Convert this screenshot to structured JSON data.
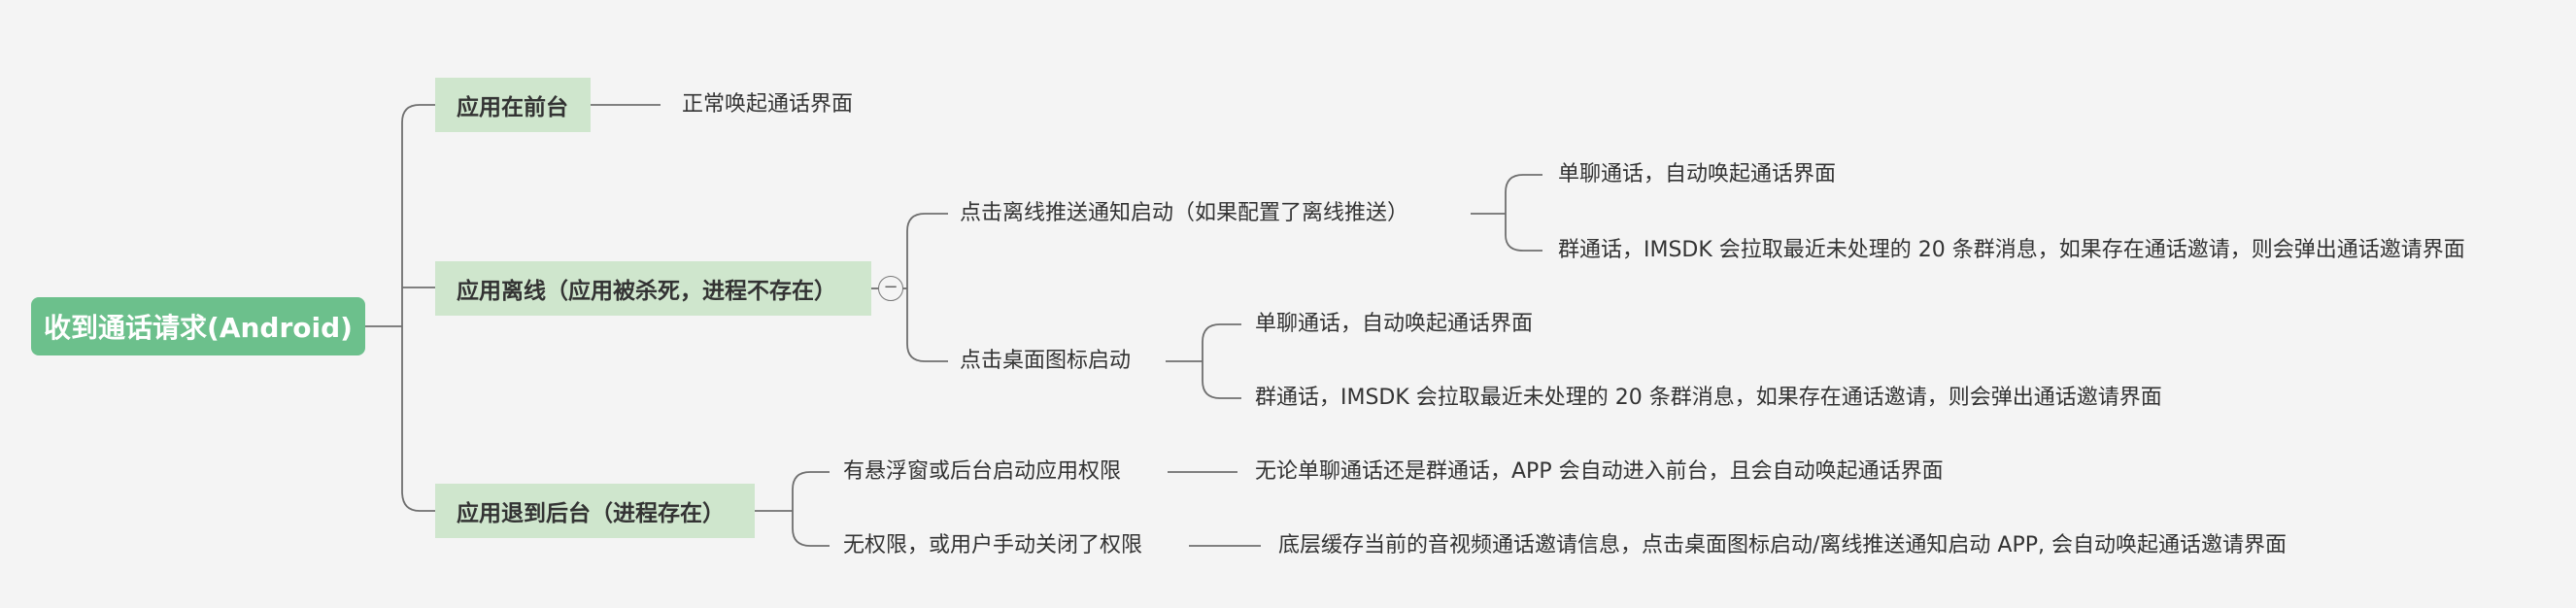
{
  "root": "收到通话请求(Android)",
  "branches": [
    {
      "label": "应用在前台",
      "children": [
        {
          "label": "正常唤起通话界面"
        }
      ]
    },
    {
      "label": "应用离线（应用被杀死，进程不存在）",
      "collapse_glyph": "−",
      "children": [
        {
          "label": "点击离线推送通知启动（如果配置了离线推送）",
          "children": [
            {
              "label": "单聊通话，自动唤起通话界面"
            },
            {
              "label": "群通话，IMSDK 会拉取最近未处理的 20 条群消息，如果存在通话邀请，则会弹出通话邀请界面"
            }
          ]
        },
        {
          "label": "点击桌面图标启动",
          "children": [
            {
              "label": "单聊通话，自动唤起通话界面"
            },
            {
              "label": "群通话，IMSDK 会拉取最近未处理的 20 条群消息，如果存在通话邀请，则会弹出通话邀请界面"
            }
          ]
        }
      ]
    },
    {
      "label": "应用退到后台（进程存在）",
      "children": [
        {
          "label": "有悬浮窗或后台启动应用权限",
          "children": [
            {
              "label": "无论单聊通话还是群通话，APP 会自动进入前台，且会自动唤起通话界面"
            }
          ]
        },
        {
          "label": "无权限，或用户手动关闭了权限",
          "children": [
            {
              "label": "底层缓存当前的音视频通话邀请信息，点击桌面图标启动/离线推送通知启动 APP, 会自动唤起通话邀请界面"
            }
          ]
        }
      ]
    }
  ]
}
